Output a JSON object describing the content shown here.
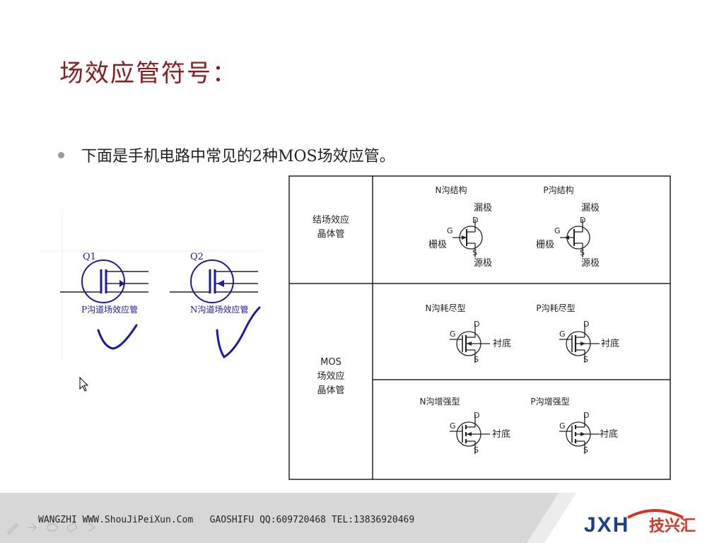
{
  "slide": {
    "title": "场效应管符号：",
    "bullet": "下面是手机电路中常见的2种MOS场效应管。"
  },
  "left_figure": {
    "q1_label": "Q1",
    "q2_label": "Q2",
    "q1_caption": "P沟道场效应管",
    "q2_caption": "N沟道场效应管",
    "ink_color": "#1a1aa8"
  },
  "table": {
    "rows": [
      {
        "header": [
          "结场效应",
          "晶体管"
        ],
        "cells": [
          {
            "title": "N沟结构",
            "drain": "漏极",
            "gate": "栅极",
            "source": "源极",
            "d": "D",
            "g": "G",
            "s": "S"
          },
          {
            "title": "P沟结构",
            "drain": "漏极",
            "gate": "栅极",
            "source": "源极",
            "d": "D",
            "g": "G",
            "s": "S"
          }
        ]
      },
      {
        "header": [
          "MOS",
          "场效应",
          "晶体管"
        ],
        "cells": [
          {
            "title": "N沟耗尽型",
            "substrate": "衬底",
            "d": "D",
            "g": "G",
            "s": "S"
          },
          {
            "title": "P沟耗尽型",
            "substrate": "衬底",
            "d": "D",
            "g": "G",
            "s": "S"
          },
          {
            "title": "N沟增强型",
            "substrate": "衬底",
            "d": "D",
            "g": "G",
            "s": "S"
          },
          {
            "title": "P沟增强型",
            "substrate": "衬底",
            "d": "D",
            "g": "G",
            "s": "S"
          }
        ]
      }
    ]
  },
  "footer": {
    "text": "WANGZHI WWW.ShouJiPeiXun.Com   GAOSHIFU QQ:609720468 TEL:13836920469",
    "logo_letters": "JXH",
    "logo_cn": "技兴汇",
    "logo_blue": "#1a3f8f",
    "logo_red": "#d9321e"
  },
  "toolbar": {
    "icons": [
      "pen-icon",
      "arrow-icon",
      "highlighter-icon",
      "eraser-icon",
      "next-icon"
    ]
  }
}
